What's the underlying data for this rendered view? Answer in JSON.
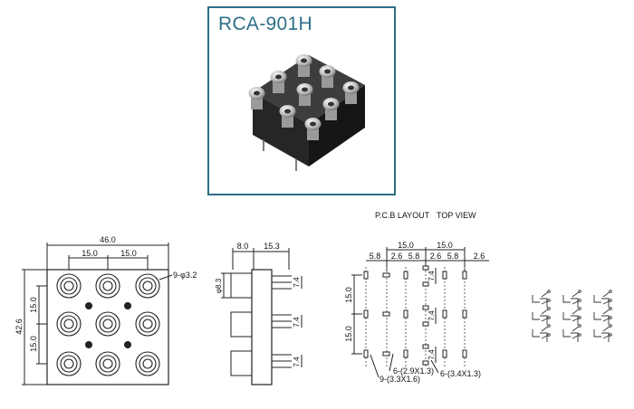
{
  "product": {
    "model": "RCA-901H"
  },
  "pcb_header": {
    "left": "P.C.B LAYOUT",
    "right": "TOP VIEW"
  },
  "front_view": {
    "width": "46.0",
    "pitch_a": "15.0",
    "pitch_b": "15.0",
    "height": "42.6",
    "vert_a": "15.0",
    "vert_b": "15.0",
    "holes": "9-φ3.2"
  },
  "side_view": {
    "d1": "8.0",
    "d2": "15.3",
    "diameter": "φ8.3",
    "pin_a": "7.4",
    "pin_b": "7.4",
    "pin_c": "7.4"
  },
  "pcb_layout": {
    "top_a": "15.0",
    "top_b": "15.0",
    "s1": "5.8",
    "s2": "2.6",
    "s3": "5.8",
    "s4": "2.6",
    "s5": "5.8",
    "s6": "2.6",
    "v1": "15.0",
    "v2": "15.0",
    "p1": "7.4",
    "p2": "7.4",
    "p3": "7.4",
    "pad_a": "6-(2.9X1.3)",
    "pad_b": "6-(3.4X1.3)",
    "pad_c": "9-(3.3X1.6)"
  },
  "colors": {
    "frame": "#2c6f86",
    "title": "#2d7089",
    "line": "#222222"
  }
}
